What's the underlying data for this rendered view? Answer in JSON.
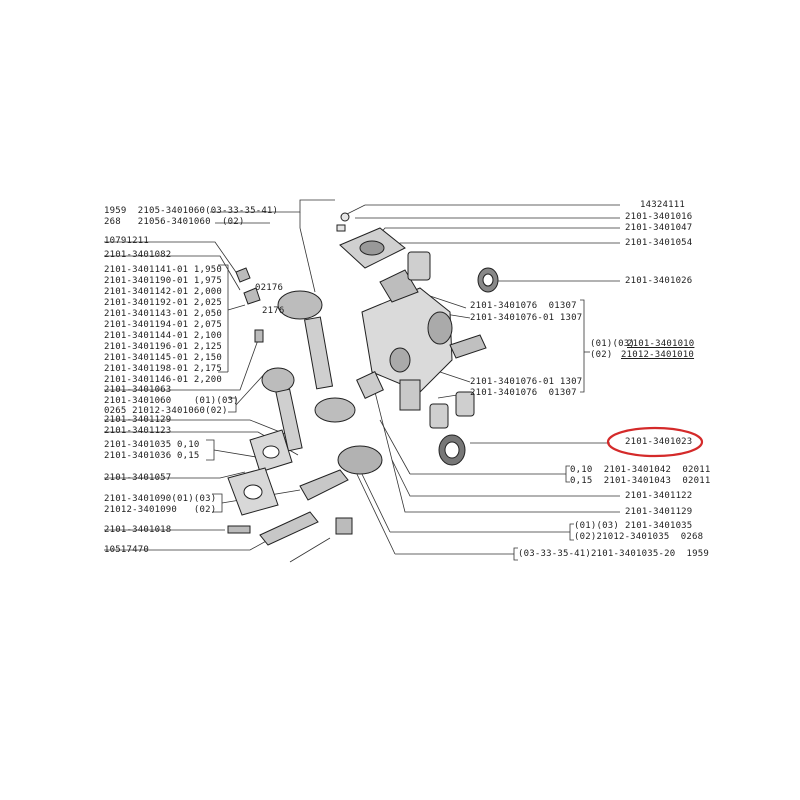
{
  "left_labels": {
    "l01": "1959  2105-3401060(03-33-35-41)",
    "l02": "268   21056-3401060  (02)",
    "l03": "10791211",
    "l04": "2101-3401082",
    "l05": "2101-3401141-01 1,950",
    "l06": "2101-3401190-01 1,975",
    "l07": "2101-3401142-01 2,000",
    "l08": "2101-3401192-01 2,025",
    "l09": "2101-3401143-01 2,050",
    "l10": "2101-3401194-01 2,075",
    "l11": "2101-3401144-01 2,100",
    "l12": "2101-3401196-01 2,125",
    "l13": "2101-3401145-01 2,150",
    "l14": "2101-3401198-01 2,175",
    "l15": "2101-3401146-01 2,200",
    "l16": "2101-3401063",
    "l17": "2101-3401060    (01)(03)",
    "l18": "0265 21012-3401060(02)",
    "l19": "2101-3401129",
    "l20": "2101-3401123",
    "l21": "2101-3401035 0,10",
    "l22": "2101-3401036 0,15",
    "l23": "2101-3401057",
    "l24": "2101-3401090(01)(03)",
    "l25": "21012-3401090   (02)",
    "l26": "2101-3401018",
    "l27": "10517470"
  },
  "center_labels": {
    "c01": "02176",
    "c02": "2176",
    "c03": "2101-3401076  01307",
    "c04": "2101-3401076-01 1307",
    "c05": "2101-3401076-01 1307",
    "c06": "2101-3401076  01307"
  },
  "right_labels": {
    "r01": "14324111",
    "r02": "2101-3401016",
    "r03": "2101-3401047",
    "r04": "2101-3401054",
    "r05": "2101-3401026",
    "r06a": "(01)(03)",
    "r06b": "2101-3401010",
    "r07a": "(02)",
    "r07b": "21012-3401010",
    "r08": "2101-3401023",
    "r09": "0,10  2101-3401042  02011",
    "r10": "0,15  2101-3401043  02011",
    "r11": "2101-3401122",
    "r12": "2101-3401129",
    "r13a": "(01)(03)",
    "r13b": "2101-3401035",
    "r14": "(02)21012-3401035  0268",
    "r15": "(03-33-35-41)2101-3401035-20  1959"
  },
  "highlight": {
    "color": "#d42a2a"
  }
}
